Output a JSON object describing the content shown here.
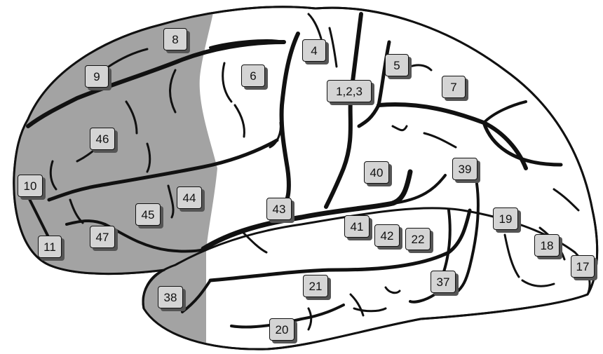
{
  "colors": {
    "outline": "#111111",
    "prefrontal_fill": "#a3a3a3",
    "brain_fill": "#ffffff",
    "label_fill": "#d4d4d4",
    "label_shadow": "#555555"
  },
  "labels": [
    {
      "id": "8",
      "text": "8"
    },
    {
      "id": "9",
      "text": "9"
    },
    {
      "id": "4",
      "text": "4"
    },
    {
      "id": "6",
      "text": "6"
    },
    {
      "id": "5",
      "text": "5"
    },
    {
      "id": "123",
      "text": "1,2,3"
    },
    {
      "id": "7",
      "text": "7"
    },
    {
      "id": "46",
      "text": "46"
    },
    {
      "id": "10",
      "text": "10"
    },
    {
      "id": "40",
      "text": "40"
    },
    {
      "id": "39",
      "text": "39"
    },
    {
      "id": "44",
      "text": "44"
    },
    {
      "id": "45",
      "text": "45"
    },
    {
      "id": "43",
      "text": "43"
    },
    {
      "id": "41",
      "text": "41"
    },
    {
      "id": "42",
      "text": "42"
    },
    {
      "id": "22",
      "text": "22"
    },
    {
      "id": "19",
      "text": "19"
    },
    {
      "id": "18",
      "text": "18"
    },
    {
      "id": "17",
      "text": "17"
    },
    {
      "id": "47",
      "text": "47"
    },
    {
      "id": "11",
      "text": "11"
    },
    {
      "id": "38",
      "text": "38"
    },
    {
      "id": "21",
      "text": "21"
    },
    {
      "id": "37",
      "text": "37"
    },
    {
      "id": "20",
      "text": "20"
    }
  ]
}
